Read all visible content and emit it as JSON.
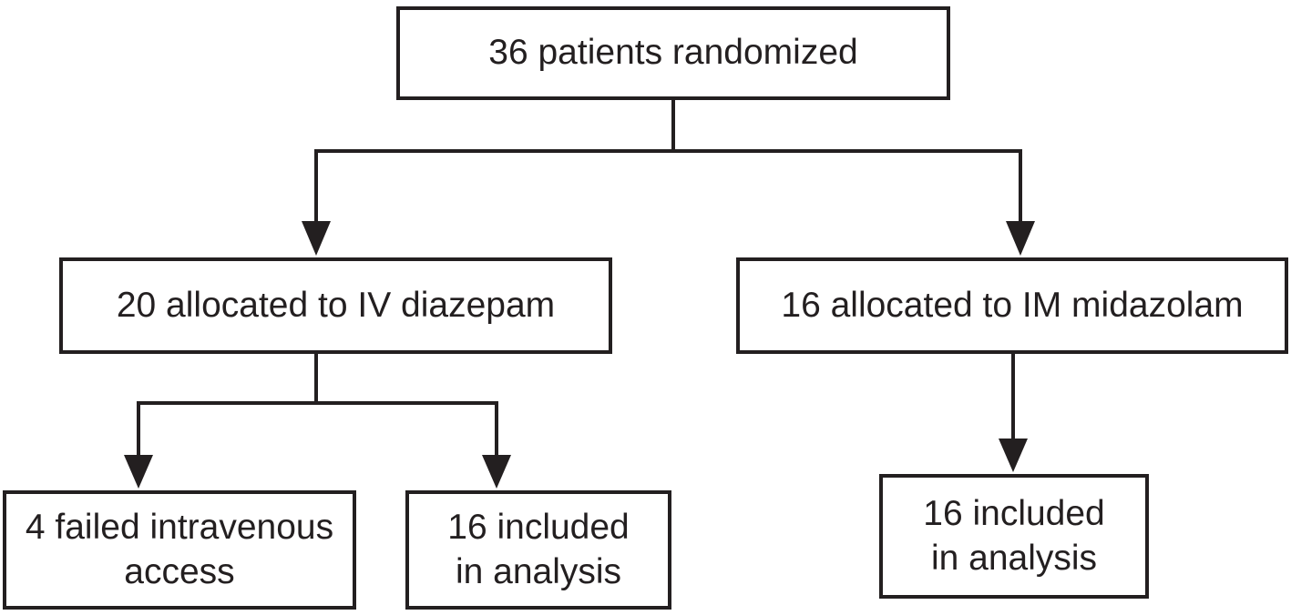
{
  "diagram": {
    "type": "flowchart",
    "background_color": "#ffffff",
    "line_color": "#231f20",
    "nodes": {
      "randomized": {
        "label": "36 patients randomized"
      },
      "iv_diazepam": {
        "label": "20 allocated to IV diazepam"
      },
      "im_midazolam": {
        "label": "16 allocated to IM midazolam"
      },
      "failed_iv": {
        "label": "4 failed intravenous\naccess"
      },
      "iv_analyzed": {
        "label": "16 included\nin analysis"
      },
      "im_analyzed": {
        "label": "16 included\nin analysis"
      }
    },
    "edges": [
      {
        "from": "randomized",
        "to": "iv_diazepam"
      },
      {
        "from": "randomized",
        "to": "im_midazolam"
      },
      {
        "from": "iv_diazepam",
        "to": "failed_iv"
      },
      {
        "from": "iv_diazepam",
        "to": "iv_analyzed"
      },
      {
        "from": "im_midazolam",
        "to": "im_analyzed"
      }
    ]
  }
}
